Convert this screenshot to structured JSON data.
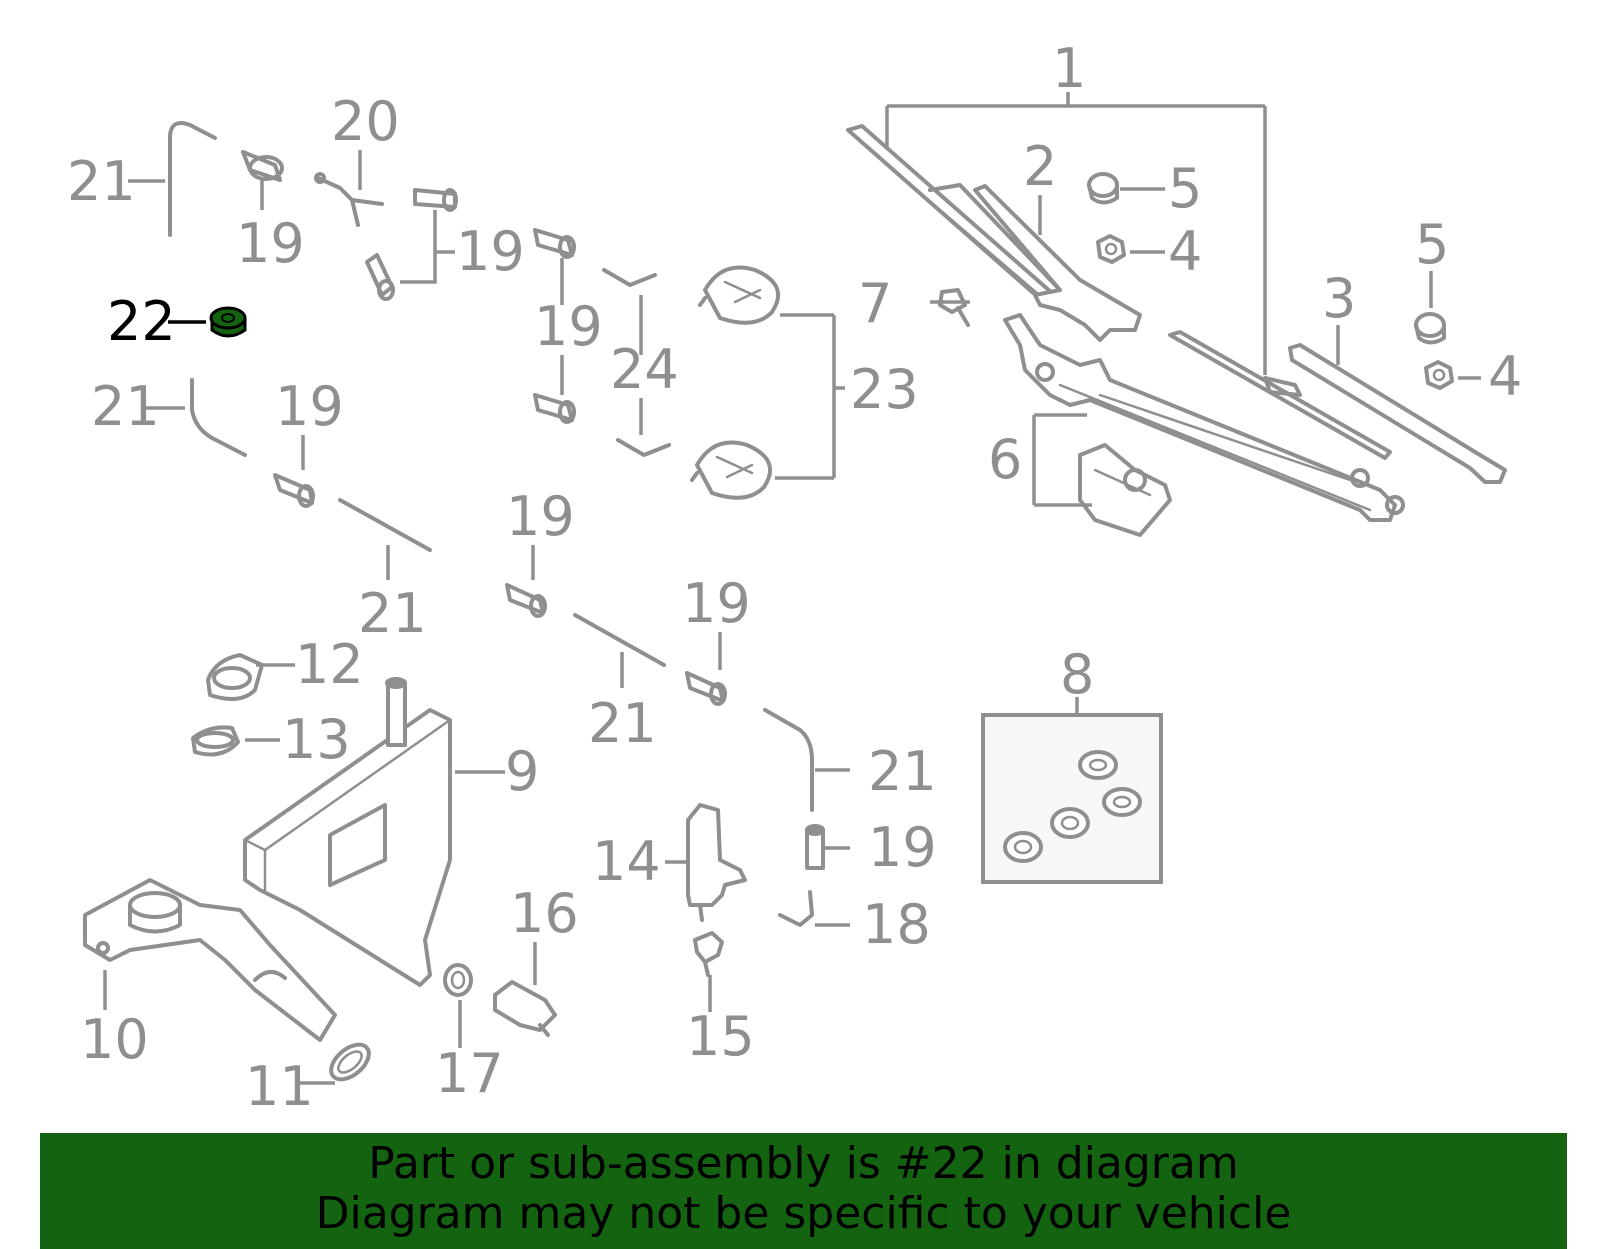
{
  "callouts": {
    "c1": "1",
    "c2": "2",
    "c3": "3",
    "c4a": "4",
    "c4b": "4",
    "c5a": "5",
    "c5b": "5",
    "c6": "6",
    "c7": "7",
    "c8": "8",
    "c9": "9",
    "c10": "10",
    "c11": "11",
    "c12": "12",
    "c13": "13",
    "c14": "14",
    "c15": "15",
    "c16": "16",
    "c17": "17",
    "c18": "18",
    "c19a": "19",
    "c19b": "19",
    "c19c": "19",
    "c19d": "19",
    "c19e": "19",
    "c19f": "19",
    "c19g": "19",
    "c20": "20",
    "c21a": "21",
    "c21b": "21",
    "c21c": "21",
    "c21d": "21",
    "c21e": "21",
    "c22": "22",
    "c23": "23",
    "c24": "24"
  },
  "colors": {
    "highlight_part": "#146311",
    "footer_background": "#146311",
    "line_art": "#8f8f8f",
    "highlight_text": "#000000"
  },
  "footer": {
    "line1": "Part or sub-assembly is #22 in diagram",
    "line2": "Diagram may not be specific to your vehicle"
  }
}
